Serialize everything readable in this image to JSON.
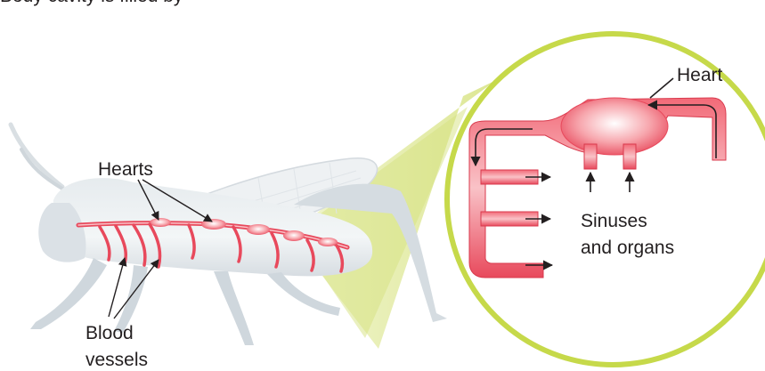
{
  "caption_fragment": "Body cavity is filled by",
  "labels": {
    "hearts": "Hearts",
    "blood_vessels_line1": "Blood",
    "blood_vessels_line2": "vessels",
    "heart": "Heart",
    "sinuses_line1": "Sinuses",
    "sinuses_line2": "and organs"
  },
  "colors": {
    "vessel": "#e8495c",
    "vessel_light": "#f7a6ad",
    "insect_body": "#dde3e7",
    "zoom_circle_border": "#c6d94a",
    "zoom_beam": "#d9e58c"
  }
}
